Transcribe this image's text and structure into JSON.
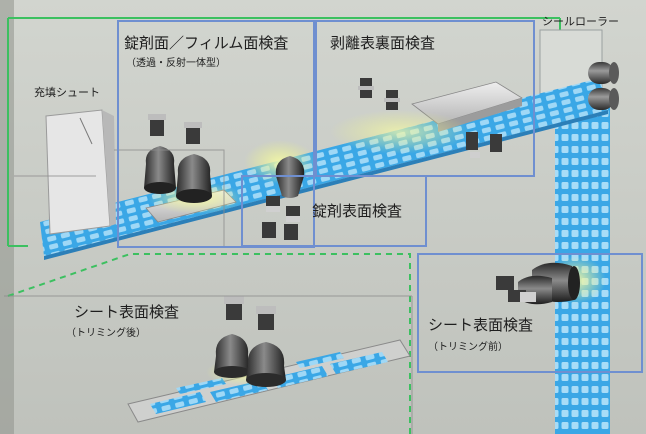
{
  "colors": {
    "background": "#c9ccc6",
    "frame_green": "#3cc060",
    "box_blue": "#6f8fd0",
    "belt_blue": "#3aa7e6",
    "pocket_blue": "#9fd8f6",
    "glow_yellow": "#e8f08a"
  },
  "labels": {
    "tablet_face_film": "錠剤面／フィルム面検査",
    "tablet_face_film_note": "（透過・反射一体型）",
    "peel_face": "剥離表裏面検査",
    "seal_roller": "シールローラー",
    "filling_chute": "充填シュート",
    "tablet_surface": "錠剤表面検査",
    "sheet_after_title": "シート表面検査",
    "sheet_after_note": "（トリミング後）",
    "sheet_before_title": "シート表面検査",
    "sheet_before_note": "（トリミング前）"
  }
}
